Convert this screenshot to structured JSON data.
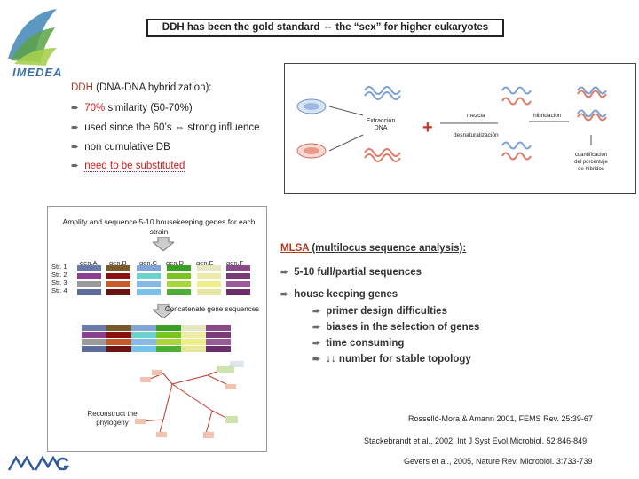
{
  "title": "DDH has been the gold standard ⇔ the “sex” for higher eukaryotes",
  "logo": {
    "text": "IMEDEA",
    "icon": "imedea-logo-icon"
  },
  "ddh": {
    "heading_acronym": "DDH",
    "heading_rest": " (DNA-DNA hybridization):",
    "bullets": [
      {
        "lead": "70%",
        "rest": " similarity (50-70%)"
      },
      {
        "text": "used since the 60’s ⇔ strong influence"
      },
      {
        "text": "non cumulative DB"
      },
      {
        "text": "need to be substituted"
      }
    ]
  },
  "dna_panel": {
    "extraction": "Extracción\nDNA",
    "mix": "mezcla",
    "denat": "desnaturalización",
    "hybrid": "hibridacion",
    "quant": "cuantificacion\ndel porcentaje\nde híbridos"
  },
  "mlsa_panel": {
    "amplify": "Amplify and sequence 5-10 housekeeping genes for each strain",
    "genes": [
      "gen.A",
      "gen.B",
      "gen.C",
      "gen.D",
      "gen.E",
      "gen.F"
    ],
    "strains": [
      "Str. 1",
      "Str. 2",
      "Str. 3",
      "Str. 4"
    ],
    "concatenate": "Concatenate gene sequences",
    "reconstruct": "Reconstruct the phylogeny",
    "colors": {
      "genA": [
        "#6b7aa8",
        "#8a3f8f",
        "#9a9a9a",
        "#5c6d9b"
      ],
      "genB": [
        "#7a5a2a",
        "#8b1010",
        "#c85a2a",
        "#6d1212"
      ],
      "genC": [
        "#7fa6d6",
        "#6fd0d0",
        "#86b9e8",
        "#78c2ea"
      ],
      "genD": [
        "#3aa020",
        "#7ac41f",
        "#a7d53a",
        "#4caf34"
      ],
      "genE": [
        "#e7e7bf",
        "#ececa8",
        "#efef8a",
        "#e6e6a0"
      ],
      "genF": [
        "#8a4a8a",
        "#7a3a7a",
        "#9b5b9b",
        "#6c2e6c"
      ]
    }
  },
  "mlsa": {
    "heading_acronym": "MLSA",
    "heading_rest": " (multilocus sequence analysis):",
    "b1": "5-10 full/partial sequences",
    "b2": "house keeping genes",
    "sub": [
      "primer design difficulties",
      "biases in the selection of genes",
      "time consuming",
      "↓↓ number for stable topology"
    ]
  },
  "refs": [
    "Rosselló-Mora & Amann 2001, FEMS Rev. 25:39-67",
    "Stackebrandt et al., 2002, Int J Syst Evol Microbiol. 52:846-849",
    "Gevers et al., 2005, Nature Rev. Microbiol. 3:733-739"
  ]
}
